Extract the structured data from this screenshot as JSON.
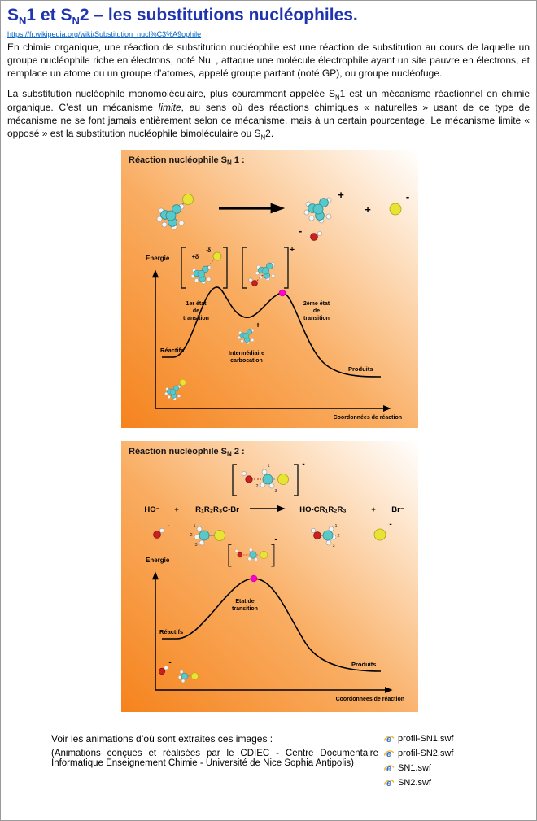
{
  "colors": {
    "title_blue": "#2033b0",
    "link_blue": "#0563c1",
    "panel_orange": "#f5831d",
    "transition_dot": "#ff00cc",
    "atom_carbon": "#58c8ca",
    "atom_halogen": "#e8e334",
    "atom_oxygen": "#cc2020"
  },
  "page": {
    "title_parts": [
      "S",
      "N",
      "1 et S",
      "N",
      "2 – les substitutions nucléophiles."
    ],
    "link": "https://fr.wikipedia.org/wiki/Substitution_nucl%C3%A9ophile",
    "paragraph1": "En chimie organique, une réaction de substitution nucléophile est une réaction de substitution au cours de laquelle un groupe nucléophile riche en électrons, noté Nu⁻, attaque une molécule électrophile ayant un site pauvre en électrons, et remplace un atome ou un groupe d’atomes, appelé groupe partant (noté GP), ou groupe nucléofuge.",
    "paragraph2_parts": [
      "La substitution nucléophile monomoléculaire, plus couramment appelée S",
      "N",
      "1 est un mécanisme réactionnel en chimie organique. C’est un mécanisme ",
      "limite",
      ", au sens où des réactions chimiques « naturelles » usant de ce type de mécanisme ne se font jamais entièrement selon ce mécanisme, mais à un certain pourcentage. Le mécanisme limite « opposé » est la substitution nucléophile bimoléculaire ou S",
      "N",
      "2."
    ]
  },
  "figure_sn1": {
    "title_parts": [
      "Réaction nucléophile S",
      "N",
      " 1 :"
    ],
    "labels": {
      "energy": "Energie",
      "ts1": [
        "1er état",
        "de",
        "transition"
      ],
      "intermediate": [
        "Intermédiaire",
        "carbocation"
      ],
      "ts2": [
        "2ème état",
        "de",
        "transition"
      ],
      "reactants": "Réactifs",
      "products": "Produits",
      "xaxis": "Coordonnées de réaction",
      "plus": "+",
      "minus": "-",
      "delta_plus": "+δ",
      "delta_minus": "-δ"
    }
  },
  "figure_sn2": {
    "title_parts": [
      "Réaction nucléophile S",
      "N",
      " 2 :"
    ],
    "equation": [
      "HO⁻",
      "+",
      "R₁R₂R₃C-Br",
      "HO-CR₁R₂R₃",
      "+",
      "Br⁻"
    ],
    "labels": {
      "energy": "Energie",
      "ts": [
        "Etat de",
        "transition"
      ],
      "reactants": "Réactifs",
      "products": "Produits",
      "xaxis": "Coordonnées de réaction",
      "minus": "-",
      "h_numbers": [
        "1",
        "2",
        "3"
      ]
    }
  },
  "footer": {
    "line1": "Voir les animations d’où sont extraites ces images :",
    "line2": "(Animations conçues et réalisées par le CDIEC - Centre Documentaire Informatique Enseignement Chimie - Université de Nice Sophia Antipolis)"
  },
  "files_meta": {
    "icon": "internet-explorer-icon",
    "glyph": "e"
  },
  "files": [
    {
      "label": "profil-SN1.swf"
    },
    {
      "label": "profil-SN2.swf"
    },
    {
      "label": "SN1.swf"
    },
    {
      "label": "SN2.swf"
    }
  ]
}
